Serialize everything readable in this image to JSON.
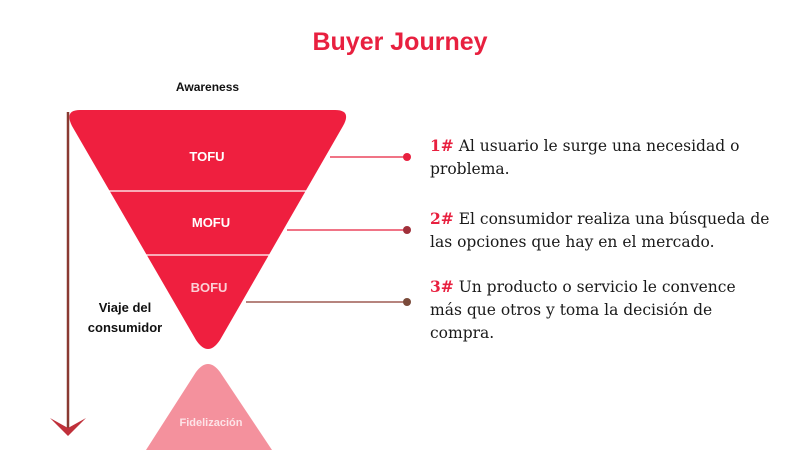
{
  "title": "Buyer Journey",
  "awareness": "Awareness",
  "stages": [
    {
      "label": "TOFU"
    },
    {
      "label": "MOFU"
    },
    {
      "label": "BOFU"
    }
  ],
  "fidelizacion": "Fidelización",
  "journey_label_1": "Viaje del",
  "journey_label_2": "consumidor",
  "steps": [
    {
      "num": "1#",
      "text": " Al usuario le surge una necesidad o problema."
    },
    {
      "num": "2#",
      "text": " El consumidor realiza una búsqueda de las opciones que hay en el mercado."
    },
    {
      "num": "3#",
      "text": " Un producto o servicio le convence más que otros y toma la decisión de compra."
    }
  ],
  "colors": {
    "accent": "#e8203f",
    "funnel": "#ef1f3f",
    "light": "#f4919d",
    "arrow": "#8a3a32"
  }
}
